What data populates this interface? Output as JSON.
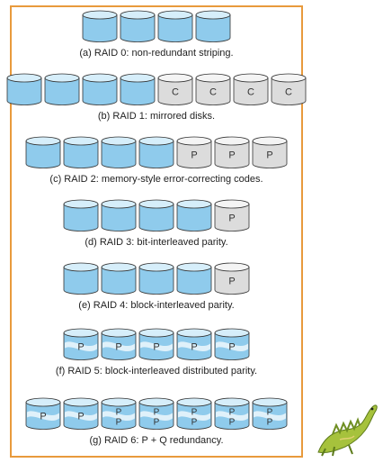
{
  "figure": {
    "rows": [
      {
        "caption": "(a) RAID 0: non-redundant striping.",
        "disks": [
          {
            "style": "blue"
          },
          {
            "style": "blue"
          },
          {
            "style": "blue"
          },
          {
            "style": "blue"
          }
        ]
      },
      {
        "caption": "(b) RAID 1: mirrored disks.",
        "disks": [
          {
            "style": "blue"
          },
          {
            "style": "blue"
          },
          {
            "style": "blue"
          },
          {
            "style": "blue"
          },
          {
            "style": "gray",
            "labels": [
              "C"
            ]
          },
          {
            "style": "gray",
            "labels": [
              "C"
            ]
          },
          {
            "style": "gray",
            "labels": [
              "C"
            ]
          },
          {
            "style": "gray",
            "labels": [
              "C"
            ]
          }
        ]
      },
      {
        "caption": "(c) RAID 2: memory-style error-correcting codes.",
        "disks": [
          {
            "style": "blue"
          },
          {
            "style": "blue"
          },
          {
            "style": "blue"
          },
          {
            "style": "blue"
          },
          {
            "style": "gray",
            "labels": [
              "P"
            ]
          },
          {
            "style": "gray",
            "labels": [
              "P"
            ]
          },
          {
            "style": "gray",
            "labels": [
              "P"
            ]
          }
        ]
      },
      {
        "caption": "(d) RAID 3: bit-interleaved parity.",
        "disks": [
          {
            "style": "blue"
          },
          {
            "style": "blue"
          },
          {
            "style": "blue"
          },
          {
            "style": "blue"
          },
          {
            "style": "gray",
            "labels": [
              "P"
            ]
          }
        ]
      },
      {
        "caption": "(e) RAID 4: block-interleaved parity.",
        "disks": [
          {
            "style": "blue"
          },
          {
            "style": "blue"
          },
          {
            "style": "blue"
          },
          {
            "style": "blue"
          },
          {
            "style": "gray",
            "labels": [
              "P"
            ]
          }
        ]
      },
      {
        "caption": "(f) RAID 5: block-interleaved distributed parity.",
        "disks": [
          {
            "style": "striped",
            "labels": [
              "P"
            ]
          },
          {
            "style": "striped",
            "labels": [
              "P"
            ]
          },
          {
            "style": "striped",
            "labels": [
              "P"
            ]
          },
          {
            "style": "striped",
            "labels": [
              "P"
            ]
          },
          {
            "style": "striped",
            "labels": [
              "P"
            ]
          }
        ]
      },
      {
        "caption": "(g) RAID 6: P + Q redundancy.",
        "disks": [
          {
            "style": "striped",
            "labels": [
              "P"
            ]
          },
          {
            "style": "striped",
            "labels": [
              "P"
            ]
          },
          {
            "style": "striped",
            "labels": [
              "P",
              "P"
            ]
          },
          {
            "style": "striped",
            "labels": [
              "P",
              "P"
            ]
          },
          {
            "style": "striped",
            "labels": [
              "P",
              "P"
            ]
          },
          {
            "style": "striped",
            "labels": [
              "P",
              "P"
            ]
          },
          {
            "style": "striped",
            "labels": [
              "P",
              "P"
            ]
          }
        ]
      }
    ]
  },
  "colors": {
    "border": "#e89a3c",
    "blue_top": "#d6eefa",
    "blue_body": "#8fcbec",
    "gray_top": "#f4f4f4",
    "gray_body": "#dcdcdc",
    "stripe": "#e9f5fc",
    "outline": "#333333"
  },
  "decoration": {
    "mascot": "dinosaur-mascot"
  }
}
